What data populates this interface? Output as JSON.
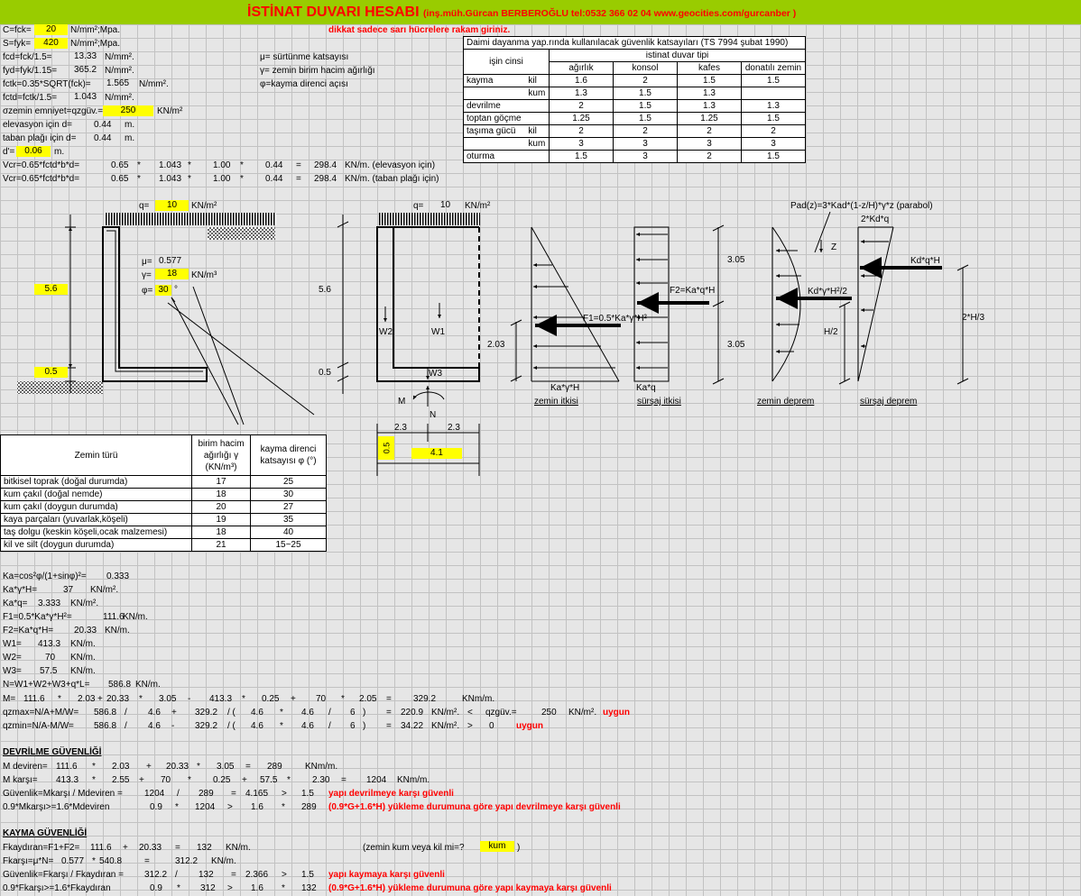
{
  "title": {
    "main": "İSTİNAT DUVARI HESABI",
    "credit": "(inş.müh.Gürcan BERBEROĞLU   tel:0532 366 02 04  www.geocities.com/gurcanber )"
  },
  "warning": "dikkat sadece sarı hücrelere rakam giriniz.",
  "inputs": {
    "c_label": "C=fck=",
    "c_val": "20",
    "c_unit": "N/mm²;Mpa.",
    "s_label": "S=fyk=",
    "s_val": "420",
    "s_unit": "N/mm²;Mpa.",
    "fcd_label": "fcd=fck/1.5=",
    "fcd_val": "13.33",
    "fcd_unit": "N/mm².",
    "fyd_label": "fyd=fyk/1.15=",
    "fyd_val": "365.2",
    "fyd_unit": "N/mm².",
    "fctk_label": "fctk=0.35*SQRT(fck)=",
    "fctk_val": "1.565",
    "fctk_unit": "N/mm².",
    "fctd_label": "fctd=fctk/1.5=",
    "fctd_val": "1.043",
    "fctd_unit": "N/mm².",
    "sigma_label": "σzemin emniyet=qzgüv.=",
    "sigma_val": "250",
    "sigma_unit": "KN/m²",
    "elev_label": "elevasyon için d=",
    "elev_val": "0.44",
    "elev_unit": "m.",
    "taban_label": "taban plağı için d=",
    "taban_val": "0.44",
    "taban_unit": "m.",
    "dp_label": "d'=",
    "dp_val": "0.06",
    "dp_unit": "m."
  },
  "legend": {
    "mu": "μ= sürtünme katsayısı",
    "gamma": "γ= zemin birim hacim ağırlığı",
    "phi": "φ=kayma direnci açısı"
  },
  "vcr": [
    {
      "label": "Vcr=0.65*fctd*b*d=",
      "v": [
        "0.65",
        "*",
        "1.043",
        "*",
        "1.00",
        "*",
        "0.44",
        "=",
        "298.4"
      ],
      "unit": "KN/m. (elevasyon için)"
    },
    {
      "label": "Vcr=0.65*fctd*b*d=",
      "v": [
        "0.65",
        "*",
        "1.043",
        "*",
        "1.00",
        "*",
        "0.44",
        "=",
        "298.4"
      ],
      "unit": "KN/m. (taban plağı için)"
    }
  ],
  "safety_table": {
    "title": "Daimi dayanma yap.rında kullanılacak güvenlik katsayıları (TS 7994 şubat 1990)",
    "col_group": "istinat duvar tipi",
    "row_header": "işin cinsi",
    "cols": [
      "ağırlık",
      "konsol",
      "kafes",
      "donatılı zemin"
    ],
    "rows": [
      {
        "name": "kayma",
        "sub": "kil",
        "vals": [
          "1.6",
          "2",
          "1.5",
          "1.5"
        ]
      },
      {
        "name": "",
        "sub": "kum",
        "vals": [
          "1.3",
          "1.5",
          "1.3",
          ""
        ]
      },
      {
        "name": "devrilme",
        "sub": "",
        "vals": [
          "2",
          "1.5",
          "1.3",
          "1.3"
        ]
      },
      {
        "name": "toptan göçme",
        "sub": "",
        "vals": [
          "1.25",
          "1.5",
          "1.25",
          "1.5"
        ]
      },
      {
        "name": "taşıma gücü",
        "sub": "kil",
        "vals": [
          "2",
          "2",
          "2",
          "2"
        ]
      },
      {
        "name": "",
        "sub": "kum",
        "vals": [
          "3",
          "3",
          "3",
          "3"
        ]
      },
      {
        "name": "oturma",
        "sub": "",
        "vals": [
          "1.5",
          "3",
          "2",
          "1.5"
        ]
      }
    ]
  },
  "diagram": {
    "q_label": "q=",
    "q_val": "10",
    "q_unit": "KN/m²",
    "q2_label": "q=",
    "q2_val": "10",
    "q2_unit": "KN/m²",
    "H": "5.6",
    "H2": "5.6",
    "t": "0.5",
    "t2": "0.5",
    "mu_label": "μ=",
    "mu_val": "0.577",
    "gamma_label": "γ=",
    "gamma_val": "18",
    "gamma_unit": "KN/m³",
    "phi_label": "φ=",
    "phi_val": "30",
    "phi_unit": "°",
    "w1": "W1",
    "w2": "W2",
    "w3": "W3",
    "m": "M",
    "n": "N",
    "b1": "2.3",
    "b2": "2.3",
    "b_total": "4.1",
    "b_t": "0.5",
    "f1": "F1=0.5*Ka*γ*H²",
    "f2": "F2=Ka*q*H",
    "d203": "2.03",
    "d305a": "3.05",
    "d305b": "3.05",
    "ka_gh": "Ka*γ*H",
    "ka_q": "Ka*q",
    "pad": "Pad(z)=3*Kad*(1-z/H)*γ*z (parabol)",
    "kdq2": "2*Kd*q",
    "kdqh": "Kd*q*H",
    "kdgh": "Kd*γ*H²/2",
    "z": "Z",
    "h2": "H/2",
    "h23": "2*H/3",
    "cap1": "zemin itkisi",
    "cap2": "sürşaj itkisi",
    "cap3": "zemin deprem",
    "cap4": "sürşaj deprem"
  },
  "soil_table": {
    "headers": [
      "Zemin türü",
      "birim hacim ağırlığı γ (KN/m³)",
      "kayma direnci katsayısı φ (°)"
    ],
    "rows": [
      [
        "bitkisel toprak (doğal durumda)",
        "17",
        "25"
      ],
      [
        "kum çakıl (doğal nemde)",
        "18",
        "30"
      ],
      [
        "kum çakıl (doygun durumda)",
        "20",
        "27"
      ],
      [
        "kaya parçaları (yuvarlak,köşeli)",
        "19",
        "35"
      ],
      [
        "taş dolgu (keskin köşeli,ocak malzemesi)",
        "18",
        "40"
      ],
      [
        "kil ve silt (doygun durumda)",
        "21",
        "15~25"
      ]
    ]
  },
  "calc": {
    "ka": [
      "Ka=cos²φ/(1+sinφ)²=",
      "0.333",
      ""
    ],
    "kagh": [
      "Ka*γ*H=",
      "37",
      "KN/m²."
    ],
    "kaq": [
      "Ka*q=",
      "3.333",
      "KN/m²."
    ],
    "f1": [
      "F1=0.5*Ka*γ*H²=",
      "111.6",
      "KN/m."
    ],
    "f2": [
      "F2=Ka*q*H=",
      "20.33",
      "KN/m."
    ],
    "w1": [
      "W1=",
      "413.3",
      "KN/m."
    ],
    "w2": [
      "W2=",
      "70",
      "KN/m."
    ],
    "w3": [
      "W3=",
      "57.5",
      "KN/m."
    ],
    "n": [
      "N=W1+W2+W3+q*L=",
      "586.8",
      "KN/m."
    ]
  },
  "m_row": {
    "label": "M=",
    "v": [
      "111.6",
      "*",
      "2.03",
      "+",
      "20.33",
      "*",
      "3.05",
      "-",
      "413.3",
      "*",
      "0.25",
      "+",
      "70",
      "*",
      "2.05",
      "=",
      "329.2"
    ],
    "unit": "KNm/m."
  },
  "qzmax": {
    "label": "qzmax=N/A+M/W=",
    "v": [
      "586.8",
      "/",
      "4.6",
      "+",
      "329.2",
      "/ (",
      "4.6",
      "*",
      "4.6",
      "/",
      "6",
      ")",
      "=",
      "220.9"
    ],
    "unit": "KN/m².",
    "cmp": "<",
    "qz": "qzgüv.=",
    "qz_val": "250",
    "qz_unit": "KN/m².",
    "res": "uygun"
  },
  "qzmin": {
    "label": "qzmin=N/A-M/W=",
    "v": [
      "586.8",
      "/",
      "4.6",
      "-",
      "329.2",
      "/ (",
      "4.6",
      "*",
      "4.6",
      "/",
      "6",
      ")",
      "=",
      "34.22"
    ],
    "unit": "KN/m².",
    "cmp": ">",
    "zero": "0",
    "res": "uygun"
  },
  "overturn": {
    "title": "DEVRİLME GÜVENLİĞİ",
    "r1": {
      "label": "M deviren=",
      "v": [
        "111.6",
        "*",
        "2.03",
        "+",
        "20.33",
        "*",
        "3.05",
        "=",
        "289"
      ],
      "unit": "KNm/m."
    },
    "r2": {
      "label": "M karşı=",
      "v": [
        "413.3",
        "*",
        "2.55",
        "+",
        "70",
        "*",
        "0.25",
        "+",
        "57.5",
        "*",
        "2.30",
        "=",
        "1204"
      ],
      "unit": "KNm/m."
    },
    "r3": {
      "label": "Güvenlik=Mkarşı / Mdeviren =",
      "v": [
        "1204",
        "/",
        "289",
        "=",
        "4.165",
        ">",
        "1.5"
      ],
      "res": "yapı devrilmeye karşı güvenli"
    },
    "r4": {
      "label": "0.9*Mkarşı>=1.6*Mdeviren",
      "v": [
        "0.9",
        "*",
        "1204",
        ">",
        "1.6",
        "*",
        "289"
      ],
      "res": "(0.9*G+1.6*H) yükleme durumuna göre yapı devrilmeye karşı güvenli"
    }
  },
  "sliding": {
    "title": "KAYMA GÜVENLİĞİ",
    "r1": {
      "label": "Fkaydıran=F1+F2=",
      "v": [
        "111.6",
        "+",
        "20.33",
        "=",
        "132"
      ],
      "unit": "KN/m."
    },
    "soil_q": "(zemin kum veya kil  mi=?",
    "soil_val": "kum",
    "soil_end": ")",
    "r2": {
      "label": "Fkarşı=μ*N=",
      "v": [
        "0.577",
        "*",
        "540.8",
        "=",
        "312.2"
      ],
      "unit": "KN/m."
    },
    "r3": {
      "label": "Güvenlik=Fkarşı / Fkaydıran =",
      "v": [
        "312.2",
        "/",
        "132",
        "=",
        "2.366",
        ">",
        "1.5"
      ],
      "res": "yapı kaymaya karşı güvenli"
    },
    "r4": {
      "label": "0.9*Fkarşı>=1.6*Fkaydıran",
      "v": [
        "0.9",
        "*",
        "312",
        ">",
        "1.6",
        "*",
        "132"
      ],
      "res": "(0.9*G+1.6*H) yükleme durumuna göre yapı kaymaya karşı güvenli"
    }
  }
}
